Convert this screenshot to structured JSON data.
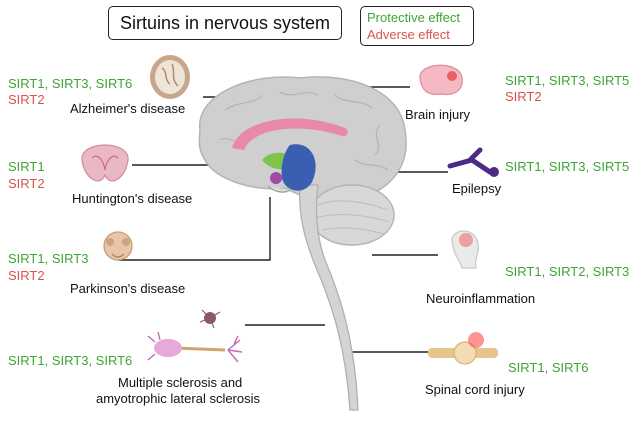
{
  "title": "Sirtuins in nervous system",
  "legend": {
    "protective": "Protective effect",
    "adverse": "Adverse effect",
    "protective_color": "#3fa535",
    "adverse_color": "#d9534f"
  },
  "diseases": {
    "alzheimer": {
      "name": "Alzheimer's disease",
      "protective": "SIRT1, SIRT3, SIRT6",
      "adverse": "SIRT2",
      "icon": "brain-slice-icon"
    },
    "huntington": {
      "name": "Huntington's disease",
      "protective": "SIRT1",
      "adverse": "SIRT2",
      "icon": "brain-coronal-icon"
    },
    "parkinson": {
      "name": "Parkinson's disease",
      "protective": "SIRT1, SIRT3",
      "adverse": "SIRT2",
      "icon": "midbrain-icon"
    },
    "ms_als": {
      "name_line1": "Multiple sclerosis and",
      "name_line2": "amyotrophic lateral sclerosis",
      "protective": "SIRT1, SIRT3, SIRT6",
      "icon": "neuron-icon"
    },
    "brain_injury": {
      "name": "Brain injury",
      "protective": "SIRT1, SIRT3, SIRT5",
      "adverse": "SIRT2",
      "icon": "injured-brain-icon"
    },
    "epilepsy": {
      "name": "Epilepsy",
      "protective": "SIRT1, SIRT3, SIRT5",
      "icon": "seizure-figure-icon"
    },
    "neuroinflammation": {
      "name": "Neuroinflammation",
      "protective": "SIRT1, SIRT2, SIRT3",
      "icon": "inflamed-head-icon"
    },
    "spinal": {
      "name": "Spinal cord injury",
      "protective": "SIRT1, SIRT6",
      "icon": "spine-injury-icon"
    }
  }
}
